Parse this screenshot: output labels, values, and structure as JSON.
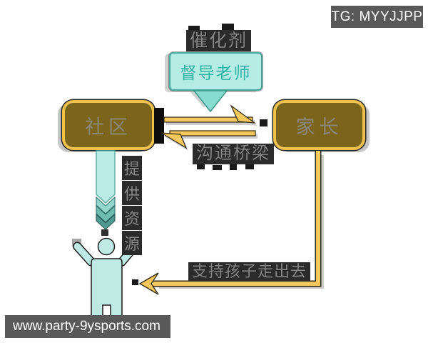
{
  "badges": {
    "telegram": "TG: MYYJJPP",
    "website": "www.party-9ysports.com"
  },
  "nodes": {
    "supervisor": "督导老师",
    "community": "社区",
    "parents": "家长"
  },
  "labels": {
    "catalyst": "催化剂",
    "bridge": "沟通桥梁",
    "provide": "提供资源",
    "support": "支持孩子走出去"
  },
  "icons": {
    "child_figure": "person-arms-raised-icon",
    "down_arrow": "teal-down-arrow-icon",
    "chevron_arrow": "teal-chevron-down-arrow-icon"
  },
  "colors": {
    "gold": "#f4c85c",
    "box_brown": "#7b651d",
    "box_border_gold": "#efc14d",
    "teal_fill": "#b5ece5",
    "teal_text": "#2fb2a2",
    "badge_bg": "#595959",
    "label_bg": "#2b2b2b"
  }
}
